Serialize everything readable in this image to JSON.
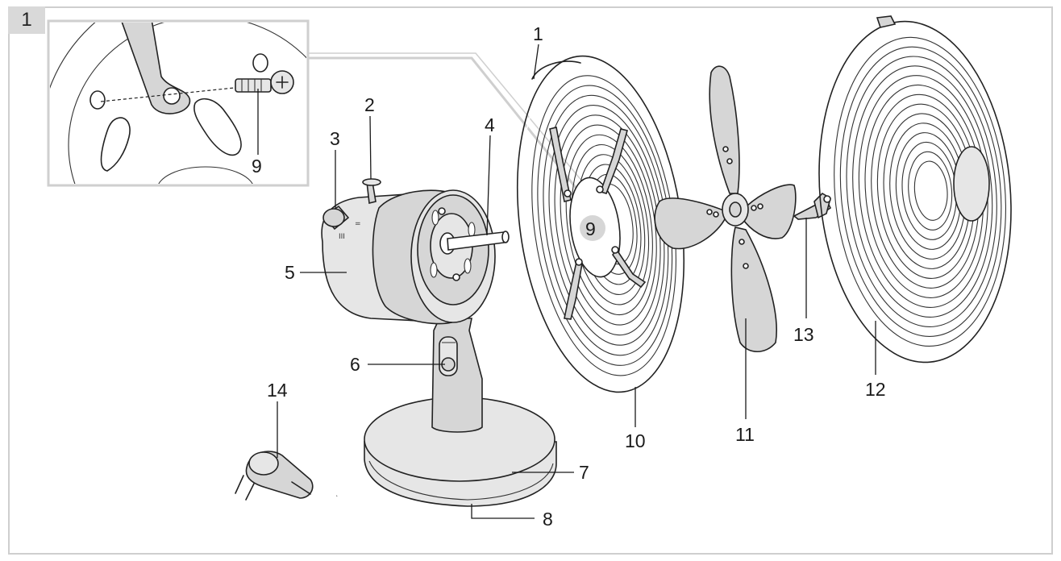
{
  "figure": {
    "number": "1",
    "part_labels": [
      "1",
      "2",
      "3",
      "4",
      "5",
      "6",
      "7",
      "8",
      "9",
      "10",
      "11",
      "12",
      "13",
      "14"
    ],
    "inset_label": "9",
    "center_badge": "9"
  },
  "colors": {
    "frame": "#cfcfcf",
    "tab": "#d9d9d9",
    "part_fill": "#d6d6d6",
    "line": "#222222"
  }
}
